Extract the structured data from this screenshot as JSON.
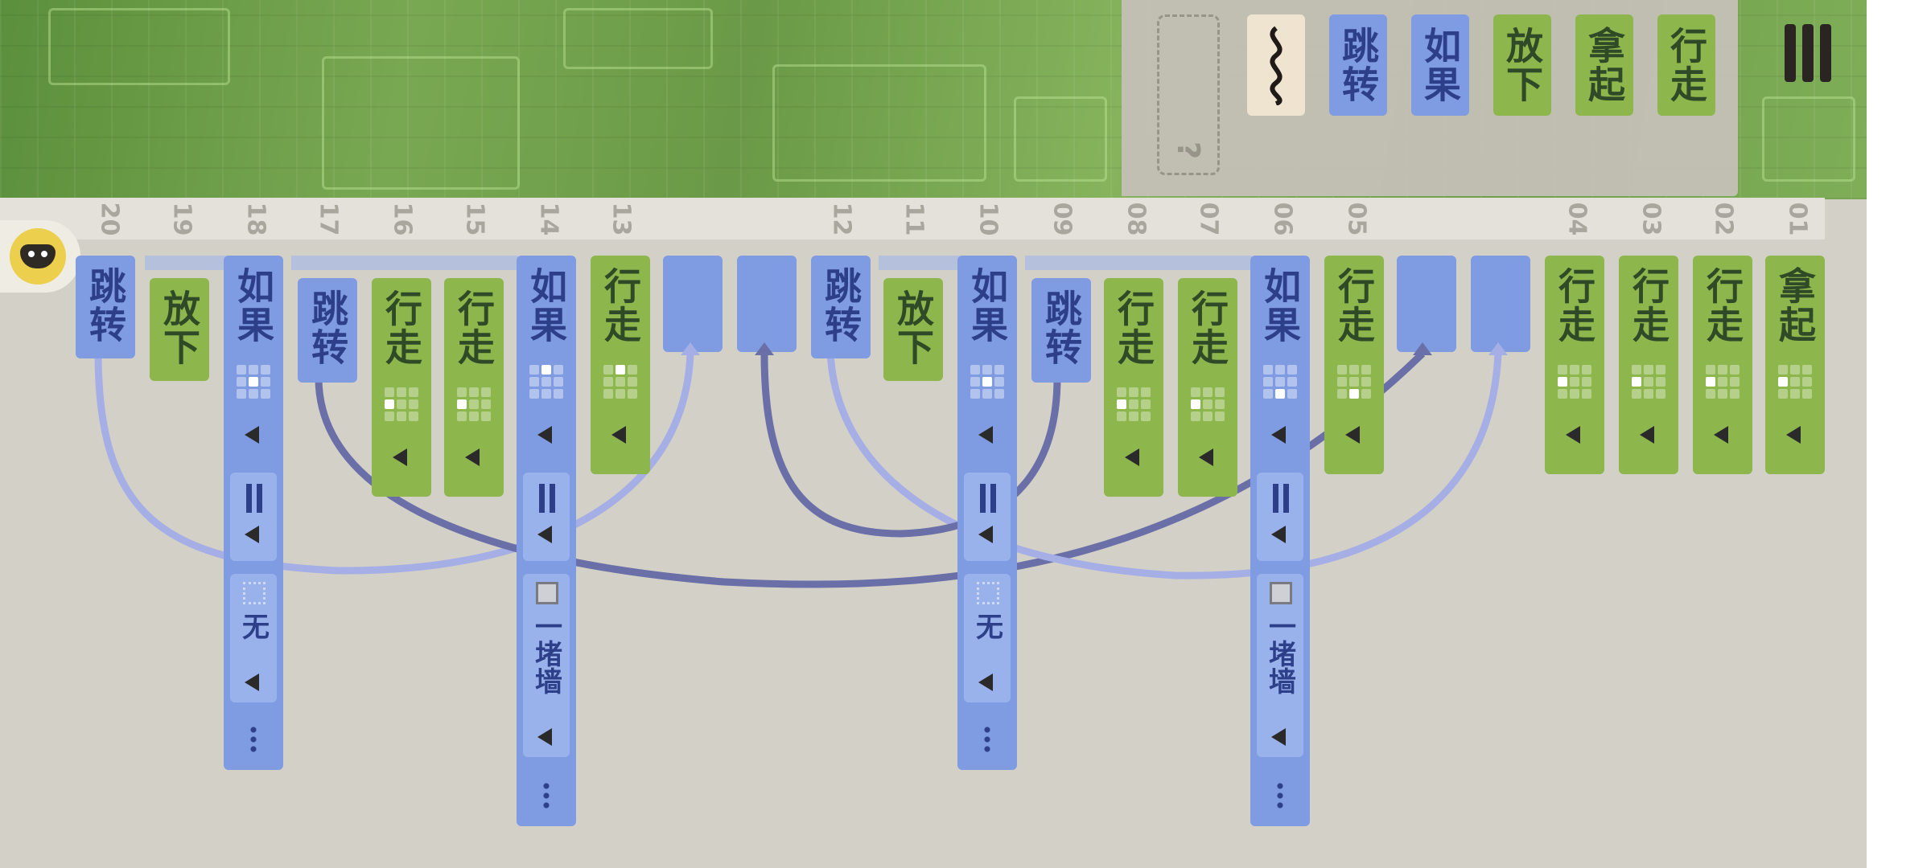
{
  "toolbox": {
    "slot_label": "?",
    "palette": [
      {
        "kind": "c",
        "label": "",
        "icon": "wave-icon"
      },
      {
        "kind": "b",
        "label": "跳转"
      },
      {
        "kind": "b",
        "label": "如果"
      },
      {
        "kind": "g",
        "label": "放下"
      },
      {
        "kind": "g",
        "label": "拿起"
      },
      {
        "kind": "g",
        "label": "行走"
      }
    ]
  },
  "line_numbers": [
    "20",
    "19",
    "18",
    "17",
    "16",
    "15",
    "14",
    "13",
    "12",
    "11",
    "10",
    "09",
    "08",
    "07",
    "06",
    "05",
    "04",
    "03",
    "02",
    "01"
  ],
  "program": {
    "b20": {
      "label": "跳转"
    },
    "b19": {
      "label": "放下"
    },
    "b18": {
      "label": "如果",
      "cond": "无"
    },
    "b17": {
      "label": "跳转"
    },
    "b16": {
      "label": "行走"
    },
    "b15": {
      "label": "行走"
    },
    "b14": {
      "label": "如果",
      "cond": "一堵墙"
    },
    "b13": {
      "label": "行走"
    },
    "b12": {
      "label": "跳转"
    },
    "b11": {
      "label": "放下"
    },
    "b10": {
      "label": "如果",
      "cond": "无"
    },
    "b09": {
      "label": "跳转"
    },
    "b08": {
      "label": "行走"
    },
    "b07": {
      "label": "行走"
    },
    "b06": {
      "label": "如果",
      "cond": "一堵墙"
    },
    "b05": {
      "label": "行走"
    },
    "b04": {
      "label": "行走"
    },
    "b03": {
      "label": "行走"
    },
    "b02": {
      "label": "行走"
    },
    "b01": {
      "label": "拿起"
    }
  },
  "colors": {
    "action_block": "#8db74d",
    "control_block": "#7f9be2",
    "jump_line_light": "#a6aee6",
    "jump_line_dark": "#6a6fa8"
  }
}
